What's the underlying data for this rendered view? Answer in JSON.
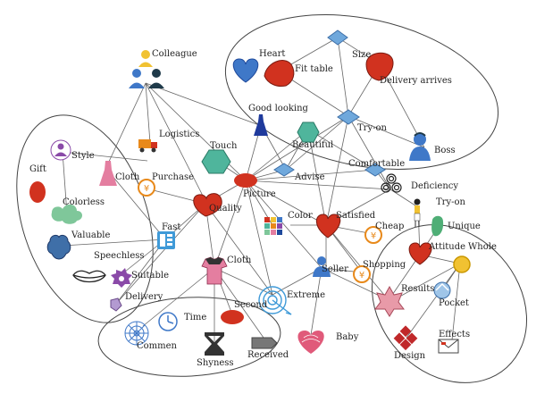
{
  "labels": {
    "colleague": "Colleague",
    "heart": "Heart",
    "fit_table": "Fit table",
    "size": "Size",
    "delivery_arrives": "Delivery arrives",
    "good_looking": "Good looking",
    "try_on_top": "Try-on",
    "boss": "Boss",
    "logistics": "Logistics",
    "touch": "Touch",
    "beautiful": "Beautiful",
    "comfortable": "Comfortable",
    "style": "Style",
    "gift": "Gift",
    "cloth_left": "Cloth",
    "purchase": "Purchase",
    "picture": "Picture",
    "advise": "Advise",
    "deficiency": "Deficiency",
    "try_on_right": "Try-on",
    "colorless": "Colorless",
    "quality": "Quality",
    "color": "Color",
    "satisfied": "Satisfied",
    "unique": "Unique",
    "cheap": "Cheap",
    "valuable": "Valuable",
    "fast": "Fast",
    "attitude": "Attitude",
    "whole": "Whole",
    "speechless": "Speechless",
    "cloth_center": "Cloth",
    "seller": "Seller",
    "shopping": "Shopping",
    "suitable": "Suitable",
    "results": "Results",
    "delivery": "Delivery",
    "pocket": "Pocket",
    "second": "Second",
    "extreme": "Extreme",
    "time": "Time",
    "commen": "Commen",
    "baby": "Baby",
    "effects": "Effects",
    "shyness": "Shyness",
    "received": "Received",
    "design": "Design"
  },
  "colors": {
    "red": "#d1321f",
    "blue": "#3f78c8",
    "teal": "#4fb59c",
    "green": "#7fc79a",
    "navy": "#1f4a9c",
    "orange": "#e8891a",
    "purple": "#8a4aa8",
    "pink": "#e47ea0",
    "gray": "#8a8a8a",
    "yellow": "#f1c232",
    "diamond": "#6fa8dc"
  },
  "icons": [
    "people-icon",
    "heart-icon",
    "diamond-icon",
    "shirt-icon",
    "dress-icon",
    "truck-icon",
    "hexagon-icon",
    "ellipse-icon",
    "coin-icon",
    "lips-icon",
    "person-icon",
    "hourglass-icon",
    "clock-icon",
    "web-icon",
    "spiral-icon",
    "flower-icon",
    "mail-icon",
    "squares-icon",
    "target-icon",
    "palette-icon"
  ]
}
